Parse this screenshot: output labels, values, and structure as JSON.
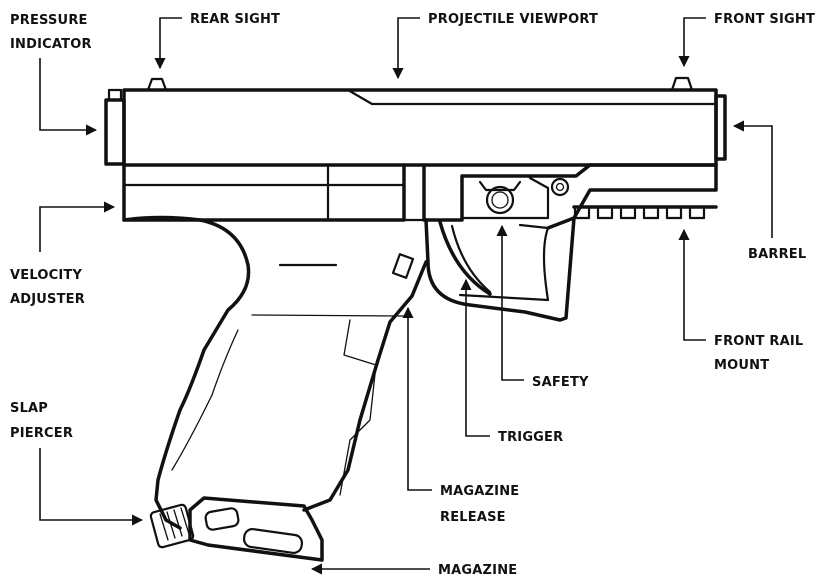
{
  "labels": {
    "pressure_indicator": [
      "PRESSURE",
      "INDICATOR"
    ],
    "rear_sight": "REAR SIGHT",
    "projectile_viewport": "PROJECTILE VIEWPORT",
    "front_sight": "FRONT SIGHT",
    "barrel": "BARREL",
    "velocity_adjuster": [
      "VELOCITY",
      "ADJUSTER"
    ],
    "front_rail_mount": [
      "FRONT RAIL",
      "MOUNT"
    ],
    "safety": "SAFETY",
    "slap_piercer": [
      "SLAP",
      "PIERCER"
    ],
    "trigger": "TRIGGER",
    "magazine_release": [
      "MAGAZINE",
      "RELEASE"
    ],
    "magazine": "MAGAZINE"
  }
}
